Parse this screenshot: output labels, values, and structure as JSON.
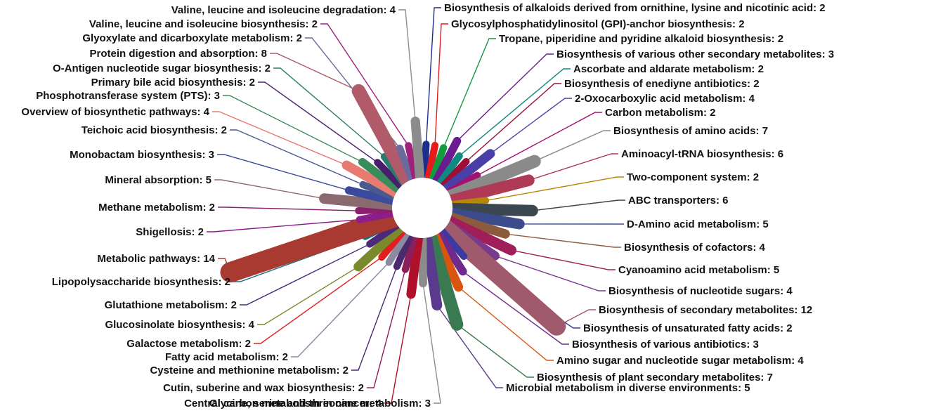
{
  "chart_data": {
    "type": "radial-bar",
    "title": "",
    "center_hole": true,
    "value_range": [
      0,
      14
    ],
    "labels_shown_as": "name: value",
    "categories": [
      {
        "name": "Biosynthesis of alkaloids derived from ornithine, lysine and nicotinic acid",
        "value": 2,
        "color": "#1d2f8c"
      },
      {
        "name": "Glycosylphosphatidylinositol (GPI)-anchor biosynthesis",
        "value": 2,
        "color": "#e51c1c"
      },
      {
        "name": "Tropane, piperidine and pyridine alkaloid biosynthesis",
        "value": 2,
        "color": "#159a3f"
      },
      {
        "name": "Biosynthesis of various other secondary metabolites",
        "value": 3,
        "color": "#6a1b8f"
      },
      {
        "name": "Ascorbate and aldarate metabolism",
        "value": 2,
        "color": "#0f8a80"
      },
      {
        "name": "Biosynthesis of enediyne antibiotics",
        "value": 2,
        "color": "#9c0f36"
      },
      {
        "name": "2-Oxocarboxylic acid metabolism",
        "value": 4,
        "color": "#4a3fa6"
      },
      {
        "name": "Carbon metabolism",
        "value": 2,
        "color": "#a0126e"
      },
      {
        "name": "Biosynthesis of amino acids",
        "value": 7,
        "color": "#8a8a8a"
      },
      {
        "name": "Aminoacyl-tRNA biosynthesis",
        "value": 6,
        "color": "#b03a55"
      },
      {
        "name": "Two-component system",
        "value": 2,
        "color": "#b8860b"
      },
      {
        "name": "ABC transporters",
        "value": 6,
        "color": "#3c4650"
      },
      {
        "name": "D-Amino acid metabolism",
        "value": 5,
        "color": "#3c4b8c"
      },
      {
        "name": "Biosynthesis of cofactors",
        "value": 4,
        "color": "#8c5a3c"
      },
      {
        "name": "Cyanoamino acid metabolism",
        "value": 5,
        "color": "#a01e5a"
      },
      {
        "name": "Biosynthesis of nucleotide sugars",
        "value": 4,
        "color": "#7a3a8c"
      },
      {
        "name": "Biosynthesis of secondary metabolites",
        "value": 12,
        "color": "#a05a6e"
      },
      {
        "name": "Biosynthesis of unsaturated fatty acids",
        "value": 2,
        "color": "#3a3aa0"
      },
      {
        "name": "Biosynthesis of various antibiotics",
        "value": 3,
        "color": "#6e2a8c"
      },
      {
        "name": "Amino sugar and nucleotide sugar metabolism",
        "value": 4,
        "color": "#d9540f"
      },
      {
        "name": "Biosynthesis of plant secondary metabolites",
        "value": 7,
        "color": "#3a7a50"
      },
      {
        "name": "Microbial metabolism in diverse environments",
        "value": 5,
        "color": "#5a3a8c"
      },
      {
        "name": "Glycine, serine and threonine metabolism",
        "value": 3,
        "color": "#8c8c8c"
      },
      {
        "name": "Central carbon metabolism in cancer",
        "value": 4,
        "color": "#b0102a"
      },
      {
        "name": "Cutin, suberine and wax biosynthesis",
        "value": 2,
        "color": "#8c1e5a"
      },
      {
        "name": "Cysteine and methionine metabolism",
        "value": 2,
        "color": "#4a2a6e"
      },
      {
        "name": "Fatty acid metabolism",
        "value": 2,
        "color": "#8a8aa0"
      },
      {
        "name": "Galactose metabolism",
        "value": 2,
        "color": "#e02020"
      },
      {
        "name": "Glucosinolate biosynthesis",
        "value": 4,
        "color": "#7a8a2a"
      },
      {
        "name": "Glutathione metabolism",
        "value": 2,
        "color": "#4a2a7a"
      },
      {
        "name": "Lipopolysaccharide biosynthesis",
        "value": 2,
        "color": "#1e6e7a"
      },
      {
        "name": "Metabolic pathways",
        "value": 14,
        "color": "#a83a32"
      },
      {
        "name": "Shigellosis",
        "value": 2,
        "color": "#8c1e8c"
      },
      {
        "name": "Methane metabolism",
        "value": 2,
        "color": "#8c1e6e"
      },
      {
        "name": "Mineral absorption",
        "value": 5,
        "color": "#8a6a6e"
      },
      {
        "name": "Monobactam biosynthesis",
        "value": 3,
        "color": "#3a4a9c"
      },
      {
        "name": "Teichoic acid biosynthesis",
        "value": 2,
        "color": "#4a5a8c"
      },
      {
        "name": "Overview of biosynthetic pathways",
        "value": 4,
        "color": "#e87a70"
      },
      {
        "name": "Phosphotransferase system (PTS)",
        "value": 3,
        "color": "#3a8c5a"
      },
      {
        "name": "Primary bile acid biosynthesis",
        "value": 2,
        "color": "#4a1e6e"
      },
      {
        "name": "O-Antigen nucleotide sugar biosynthesis",
        "value": 2,
        "color": "#2a7a6e"
      },
      {
        "name": "Protein digestion and absorption",
        "value": 8,
        "color": "#b05a6a"
      },
      {
        "name": "Glyoxylate and dicarboxylate metabolism",
        "value": 2,
        "color": "#6a6a9c"
      },
      {
        "name": "Valine, leucine and isoleucine biosynthesis",
        "value": 2,
        "color": "#a0207a"
      },
      {
        "name": "Valine, leucine and isoleucine degradation",
        "value": 4,
        "color": "#8c8c8c"
      }
    ]
  }
}
